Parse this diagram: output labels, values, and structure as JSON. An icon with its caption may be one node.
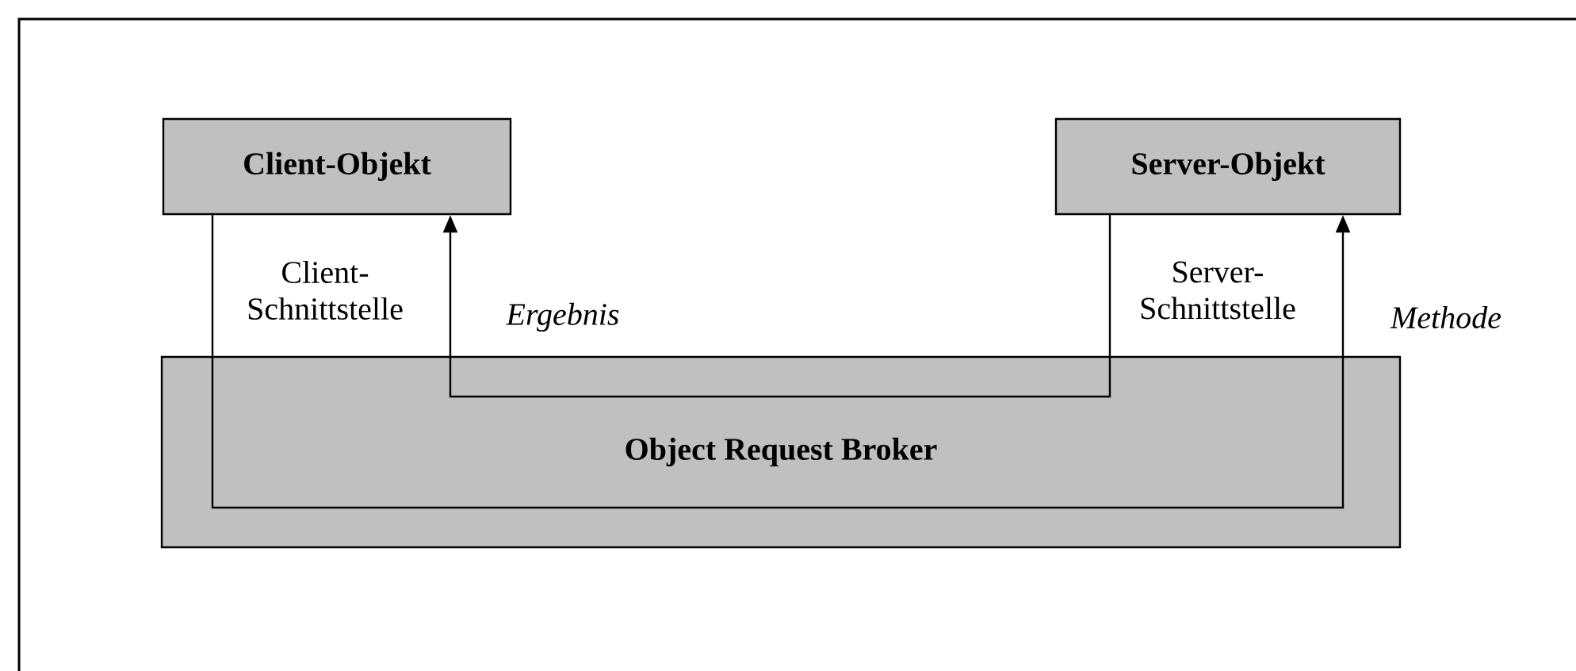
{
  "diagram": {
    "nodes": [
      {
        "text": [
          "Client-Objekt"
        ]
      },
      {
        "text": [
          "Server-Objekt"
        ]
      },
      {
        "text": [
          "Object Request Broker"
        ]
      }
    ],
    "edges": [
      {
        "from": 0,
        "to": 2,
        "arrow": "none"
      },
      {
        "from": 2,
        "to": 1,
        "arrow": "to",
        "label": "Methode"
      },
      {
        "from": 1,
        "to": 2,
        "arrow": "none"
      },
      {
        "from": 2,
        "to": 0,
        "arrow": "to",
        "label": "Ergebnis"
      }
    ],
    "labels": [
      "Client-Schnittstelle",
      "Server-Schnittstelle"
    ]
  }
}
